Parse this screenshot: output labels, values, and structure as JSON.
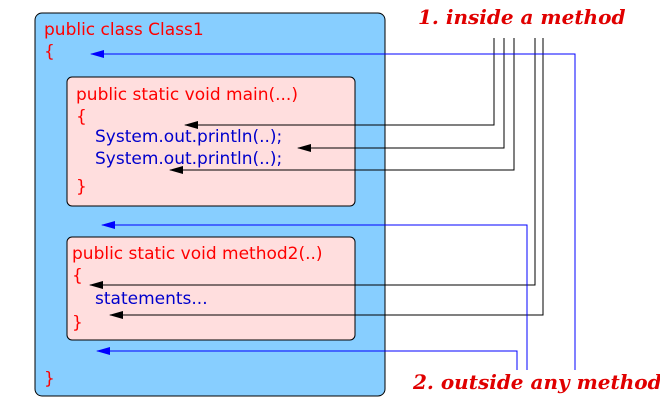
{
  "class_block": {
    "header": "public class Class1",
    "open_brace": "{",
    "close_brace": "}"
  },
  "main_method": {
    "header": "public static void main(...)",
    "open_brace": "{",
    "statements": [
      "System.out.println(..);",
      "System.out.println(..);"
    ],
    "close_brace": "}"
  },
  "method2": {
    "header": "public static void method2(..)",
    "open_brace": "{",
    "statements": [
      "statements..."
    ],
    "close_brace": "}"
  },
  "annotations": {
    "inside": "1. inside a method",
    "outside": "2. outside any method"
  },
  "colors": {
    "class_fill": "#87ceff",
    "method_fill": "#ffdede",
    "keyword_red": "#ff0000",
    "statement_blue": "#0000cc",
    "line_blue": "#0000ff",
    "line_black": "#000000",
    "annotation_red": "#e00000"
  }
}
